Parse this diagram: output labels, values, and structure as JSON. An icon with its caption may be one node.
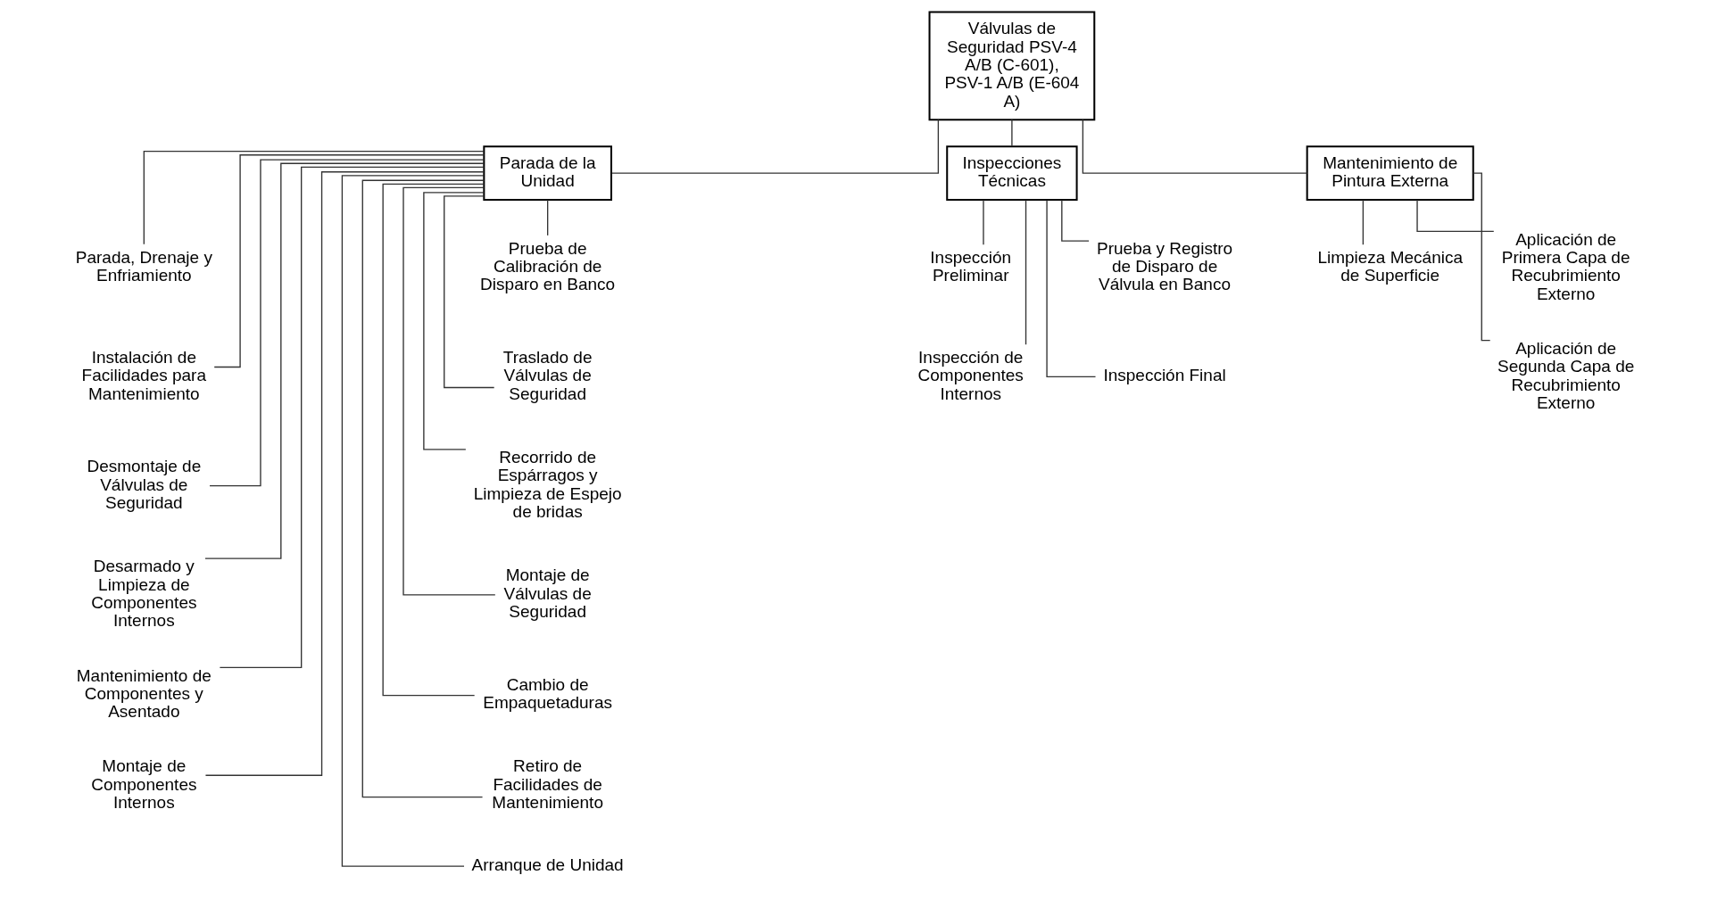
{
  "diagram": {
    "nodes": [
      {
        "text": [
          "Válvulas de Seguridad PSV-4 A/B (C-601), PSV-1 A/B (E-604 A)"
        ]
      },
      {
        "text": [
          "Parada de la Unidad"
        ]
      },
      {
        "text": [
          "Inspecciones Técnicas"
        ]
      },
      {
        "text": [
          "Mantenimiento de Pintura Externa"
        ]
      },
      {
        "text": [
          "Parada, Drenaje y Enfriamiento"
        ]
      },
      {
        "text": [
          "Instalación de Facilidades para Mantenimiento"
        ]
      },
      {
        "text": [
          "Desmontaje de Válvulas de Seguridad"
        ]
      },
      {
        "text": [
          "Desarmado y Limpieza de Componentes Internos"
        ]
      },
      {
        "text": [
          "Mantenimiento de Componentes y Asentado"
        ]
      },
      {
        "text": [
          "Montaje de Componentes Internos"
        ]
      },
      {
        "text": [
          "Prueba de Calibración de Disparo en Banco"
        ]
      },
      {
        "text": [
          "Traslado de Válvulas de Seguridad"
        ]
      },
      {
        "text": [
          "Recorrido de Espárragos y Limpieza de Espejo de bridas"
        ]
      },
      {
        "text": [
          "Montaje de Válvulas de Seguridad"
        ]
      },
      {
        "text": [
          "Cambio de Empaquetaduras"
        ]
      },
      {
        "text": [
          "Retiro de Facilidades de Mantenimiento"
        ]
      },
      {
        "text": [
          "Arranque de Unidad"
        ]
      },
      {
        "text": [
          "Inspección Preliminar"
        ]
      },
      {
        "text": [
          "Inspección de Componentes Internos"
        ]
      },
      {
        "text": [
          "Prueba y Registro de Disparo de Válvula en Banco"
        ]
      },
      {
        "text": [
          "Inspección Final"
        ]
      },
      {
        "text": [
          "Limpieza Mecánica de Superficie"
        ]
      },
      {
        "text": [
          "Aplicación de Primera Capa de Recubrimiento Externo"
        ]
      },
      {
        "text": [
          "Aplicación de Segunda Capa de Recubrimiento Externo"
        ]
      }
    ],
    "edges": [
      {
        "from": 0,
        "to": 1,
        "arrow": "none"
      },
      {
        "from": 0,
        "to": 2,
        "arrow": "none"
      },
      {
        "from": 0,
        "to": 3,
        "arrow": "none"
      },
      {
        "from": 1,
        "to": 4,
        "arrow": "none"
      },
      {
        "from": 1,
        "to": 5,
        "arrow": "none"
      },
      {
        "from": 1,
        "to": 6,
        "arrow": "none"
      },
      {
        "from": 1,
        "to": 7,
        "arrow": "none"
      },
      {
        "from": 1,
        "to": 8,
        "arrow": "none"
      },
      {
        "from": 1,
        "to": 9,
        "arrow": "none"
      },
      {
        "from": 1,
        "to": 10,
        "arrow": "none"
      },
      {
        "from": 1,
        "to": 11,
        "arrow": "none"
      },
      {
        "from": 1,
        "to": 12,
        "arrow": "none"
      },
      {
        "from": 1,
        "to": 13,
        "arrow": "none"
      },
      {
        "from": 1,
        "to": 14,
        "arrow": "none"
      },
      {
        "from": 1,
        "to": 15,
        "arrow": "none"
      },
      {
        "from": 1,
        "to": 16,
        "arrow": "none"
      },
      {
        "from": 2,
        "to": 17,
        "arrow": "none"
      },
      {
        "from": 2,
        "to": 18,
        "arrow": "none"
      },
      {
        "from": 2,
        "to": 19,
        "arrow": "none"
      },
      {
        "from": 2,
        "to": 20,
        "arrow": "none"
      },
      {
        "from": 3,
        "to": 21,
        "arrow": "none"
      },
      {
        "from": 3,
        "to": 22,
        "arrow": "none"
      },
      {
        "from": 3,
        "to": 23,
        "arrow": "none"
      }
    ]
  }
}
